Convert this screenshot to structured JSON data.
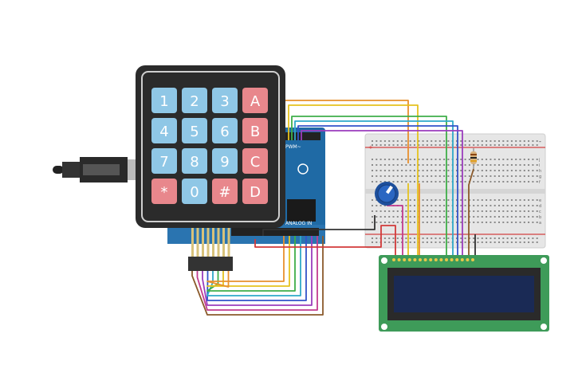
{
  "keypad": {
    "rows": [
      [
        "1",
        "2",
        "3",
        "A"
      ],
      [
        "4",
        "5",
        "6",
        "B"
      ],
      [
        "7",
        "8",
        "9",
        "C"
      ],
      [
        "*",
        "0",
        "#",
        "D"
      ]
    ],
    "number_key_color": "#8fc7e6",
    "letter_key_color": "#e8878c",
    "body_color": "#2b2b2b"
  },
  "arduino": {
    "board_color": "#1f6aa5",
    "labels": {
      "analog_in": "ANALOG IN",
      "pwm": "PWM~"
    }
  },
  "breadboard": {
    "plus": "+",
    "minus": "-",
    "row_letters": [
      "j",
      "i",
      "h",
      "g",
      "f",
      "e",
      "d",
      "c",
      "b",
      "a"
    ]
  },
  "lcd": {
    "board_color": "#3e9b59",
    "screen_color": "#1a2a55"
  },
  "wire_colors": [
    "#e8902d",
    "#e5c21f",
    "#3fae49",
    "#2fa9c9",
    "#3353c9",
    "#9b3dbd",
    "#c23b8f",
    "#8b5a2b",
    "#d23a3a",
    "#333333"
  ],
  "icons": [
    "usb-plug-icon",
    "potentiometer-icon",
    "resistor-icon"
  ]
}
